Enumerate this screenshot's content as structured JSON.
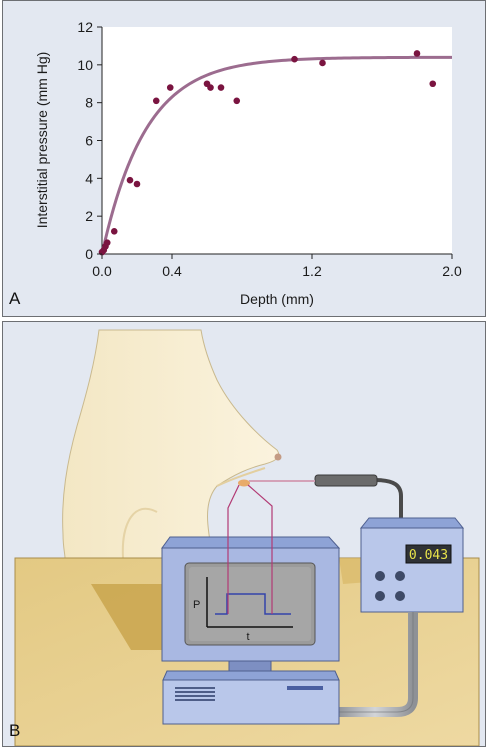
{
  "panel_a": {
    "letter": "A",
    "chart_data": {
      "type": "scatter",
      "xlabel": "Depth (mm)",
      "ylabel": "Interstitial pressure (mm Hg)",
      "xlim": [
        0.0,
        2.0
      ],
      "ylim": [
        0,
        12
      ],
      "x_ticks": [
        "0.0",
        "0.4",
        "1.2",
        "2.0"
      ],
      "x_tick_values": [
        0.0,
        0.4,
        1.2,
        2.0
      ],
      "y_ticks": [
        "0",
        "2",
        "4",
        "6",
        "8",
        "10",
        "12"
      ],
      "y_tick_values": [
        0,
        2,
        4,
        6,
        8,
        10,
        12
      ],
      "grid": false,
      "points": [
        {
          "x": 0.0,
          "y": 0.1
        },
        {
          "x": 0.01,
          "y": 0.2
        },
        {
          "x": 0.02,
          "y": 0.4
        },
        {
          "x": 0.03,
          "y": 0.6
        },
        {
          "x": 0.07,
          "y": 1.2
        },
        {
          "x": 0.16,
          "y": 3.9
        },
        {
          "x": 0.2,
          "y": 3.7
        },
        {
          "x": 0.31,
          "y": 8.1
        },
        {
          "x": 0.39,
          "y": 8.8
        },
        {
          "x": 0.6,
          "y": 9.0
        },
        {
          "x": 0.62,
          "y": 8.8
        },
        {
          "x": 0.68,
          "y": 8.8
        },
        {
          "x": 0.77,
          "y": 8.1
        },
        {
          "x": 1.1,
          "y": 10.3
        },
        {
          "x": 1.26,
          "y": 10.1
        },
        {
          "x": 1.8,
          "y": 10.6
        },
        {
          "x": 1.89,
          "y": 9.0
        }
      ],
      "fit_curve": {
        "type": "exponential",
        "asymptote": 10.4,
        "rate_per_mm": 4.0
      },
      "colors": {
        "points": "#7a1440",
        "curve": "#9c6c8f"
      }
    }
  },
  "panel_b": {
    "letter": "B",
    "display_reading": "0.043",
    "screen_axis_p": "P",
    "screen_axis_t": "t"
  }
}
